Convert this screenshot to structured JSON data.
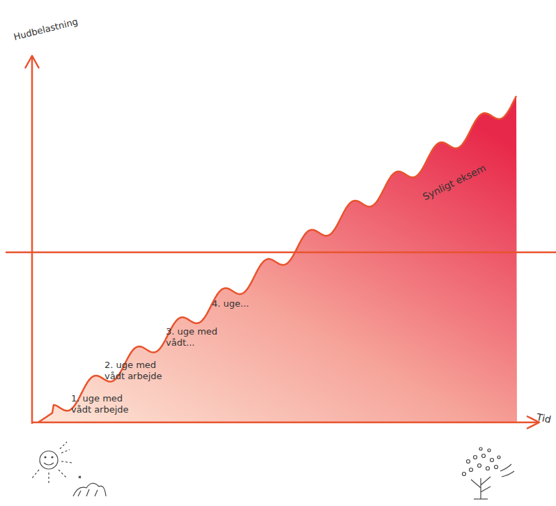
{
  "diagram": {
    "labels": [
      "Hudbelastning",
      "Tid",
      "Synligt eksem",
      "1. uge med vådt arbejde",
      "2. uge med vådt arbejde",
      "3. uge med vådt...",
      "4. uge..."
    ]
  }
}
